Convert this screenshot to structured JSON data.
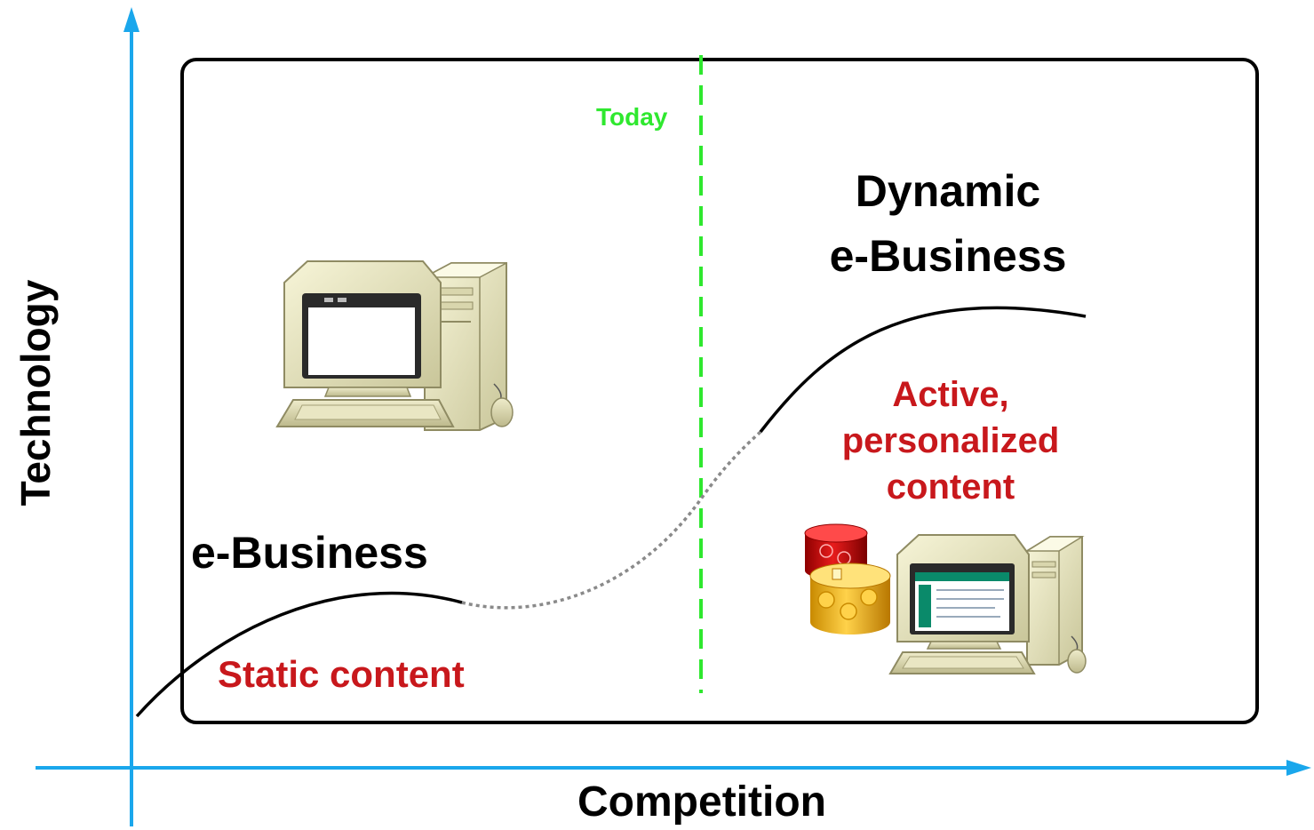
{
  "diagram": {
    "y_axis_label": "Technology",
    "x_axis_label": "Competition",
    "today_label": "Today",
    "phase_right": {
      "line1": "Dynamic",
      "line2": "e-Business"
    },
    "phase_right_content": {
      "line1": "Active,",
      "line2": "personalized",
      "line3": "content"
    },
    "phase_left": "e-Business",
    "phase_left_content": "Static content",
    "colors": {
      "axis": "#1aa7ec",
      "today_line": "#2fe82f",
      "content_text": "#c8181c",
      "curve": "#000000",
      "curve_transition": "#8a8a8a"
    },
    "icons": [
      "desktop-computer-icon",
      "database-icon",
      "database-icon",
      "computer-with-web-page-icon"
    ]
  }
}
